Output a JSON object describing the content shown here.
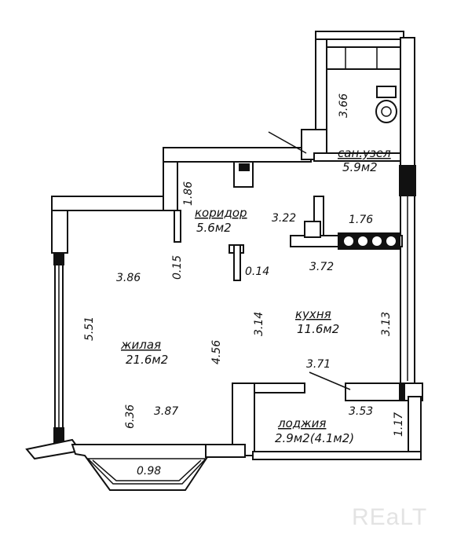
{
  "rooms": {
    "living": {
      "name": "жилая",
      "area": "21.6м2"
    },
    "corridor": {
      "name": "коридор",
      "area": "5.6м2"
    },
    "bathroom": {
      "name": "сан.узел",
      "area": "5.9м2"
    },
    "kitchen": {
      "name": "кухня",
      "area": "11.6м2"
    },
    "loggia": {
      "name": "лоджия",
      "area": "2.9м2(4.1м2)"
    }
  },
  "dimensions": {
    "d_3_66": "3.66",
    "d_1_86": "1.86",
    "d_3_22": "3.22",
    "d_1_76": "1.76",
    "d_0_15": "0.15",
    "d_3_86": "3.86",
    "d_0_14": "0.14",
    "d_3_72": "3.72",
    "d_5_51": "5.51",
    "d_3_14": "3.14",
    "d_3_13": "3.13",
    "d_4_56": "4.56",
    "d_3_71": "3.71",
    "d_6_36": "6.36",
    "d_3_87": "3.87",
    "d_3_53": "3.53",
    "d_1_17": "1.17",
    "d_0_98": "0.98"
  },
  "watermark": "REaLT"
}
